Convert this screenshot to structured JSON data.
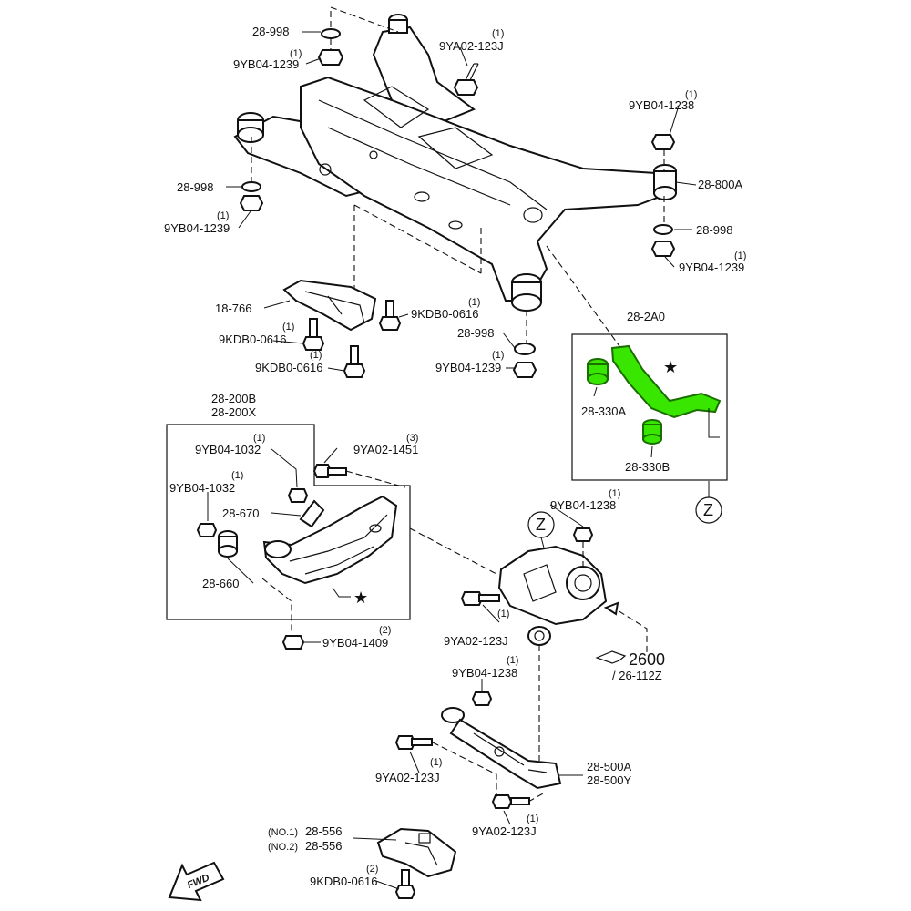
{
  "accent_color": "#39e600",
  "fwd_label": "FWD",
  "star": "★",
  "callout_z": "Z",
  "ref_2600": "2600",
  "ref_26112z": "/ 26-112Z",
  "labels": {
    "l_28_998_a": "28-998",
    "l_9yb04_1239_a": "9YB04-1239",
    "q_9yb04_1239_a": "(1)",
    "l_9ya02_123j_a": "9YA02-123J",
    "q_9ya02_123j_a": "(1)",
    "l_9yb04_1238_a": "9YB04-1238",
    "q_9yb04_1238_a": "(1)",
    "l_28_800a": "28-800A",
    "l_28_998_b": "28-998",
    "l_9yb04_1239_b": "9YB04-1239",
    "q_9yb04_1239_b": "(1)",
    "l_28_998_c": "28-998",
    "l_9yb04_1239_c": "9YB04-1239",
    "q_9yb04_1239_c": "(1)",
    "l_18_766": "18-766",
    "l_9kdb0_0616_a": "9KDB0-0616",
    "q_9kdb0_0616_a": "(1)",
    "l_9kdb0_0616_b": "9KDB0-0616",
    "q_9kdb0_0616_b": "(1)",
    "l_9kdb0_0616_c": "9KDB0-0616",
    "q_9kdb0_0616_c": "(1)",
    "l_28_998_d": "28-998",
    "l_9yb04_1239_d": "9YB04-1239",
    "q_9yb04_1239_d": "(1)",
    "l_28_2a0": "28-2A0",
    "l_28_330a": "28-330A",
    "l_28_330b": "28-330B",
    "l_28_200b": "28-200B",
    "l_28_200x": "28-200X",
    "l_9yb04_1032_a": "9YB04-1032",
    "q_9yb04_1032_a": "(1)",
    "l_9ya02_1451": "9YA02-1451",
    "q_9ya02_1451": "(3)",
    "l_9yb04_1032_b": "9YB04-1032",
    "q_9yb04_1032_b": "(1)",
    "l_28_670": "28-670",
    "l_28_660": "28-660",
    "l_9yb04_1409": "9YB04-1409",
    "q_9yb04_1409": "(2)",
    "l_9yb04_1238_b": "9YB04-1238",
    "q_9yb04_1238_b": "(1)",
    "l_9ya02_123j_b": "9YA02-123J",
    "q_9ya02_123j_b": "(1)",
    "l_9yb04_1238_c": "9YB04-1238",
    "q_9yb04_1238_c": "(1)",
    "l_9ya02_123j_c": "9YA02-123J",
    "q_9ya02_123j_c": "(1)",
    "l_28_500a": "28-500A",
    "l_28_500y": "28-500Y",
    "l_9ya02_123j_d": "9YA02-123J",
    "q_9ya02_123j_d": "(1)",
    "l_28_556_1": "28-556",
    "q_28_556_1": "(NO.1)",
    "l_28_556_2": "28-556",
    "q_28_556_2": "(NO.2)",
    "l_9kdb0_0616_d": "9KDB0-0616",
    "q_9kdb0_0616_d": "(2)"
  }
}
